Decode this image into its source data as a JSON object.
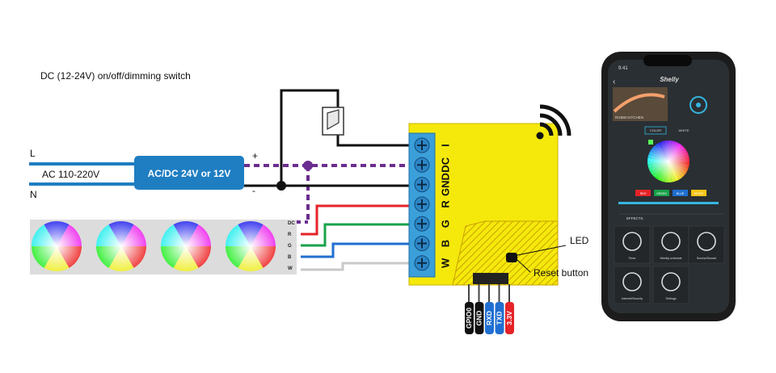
{
  "title": "DC (12-24V) on/off/dimming switch",
  "power": {
    "line_label": "L",
    "neutral_label": "N",
    "input_label": "AC 110-220V",
    "psu_label": "AC/DC 24V or 12V",
    "plus_label": "+",
    "minus_label": "-"
  },
  "device": {
    "terminals": [
      "I",
      "DC",
      "GND",
      "R",
      "G",
      "B",
      "W"
    ],
    "led_label": "LED",
    "reset_label": "Reset button"
  },
  "header_pins": [
    "GPIO0",
    "GND",
    "RXD",
    "TXD",
    "3.3V"
  ],
  "strip_terminals": [
    "DC",
    "R",
    "G",
    "B",
    "W"
  ],
  "phone": {
    "time": "9:41",
    "brand": "Shelly",
    "room_name": "RGBW KITCHEN",
    "tabs": [
      "COLOR",
      "WHITE"
    ],
    "channels": [
      "RED",
      "GREEN",
      "BLUE",
      "WHITE"
    ],
    "effects_label": "EFFECTS",
    "tiles": [
      "Timer",
      "Weekly schedule",
      "Sunrise/Sunset",
      "Internet/Security",
      "Settings"
    ]
  },
  "colors": {
    "yellow": "#f5e90b",
    "blue": "#1f7ec2",
    "purple": "#6b2d8f",
    "red": "#e52328",
    "green": "#19a24a",
    "wire_blue": "#1f6fd1"
  }
}
